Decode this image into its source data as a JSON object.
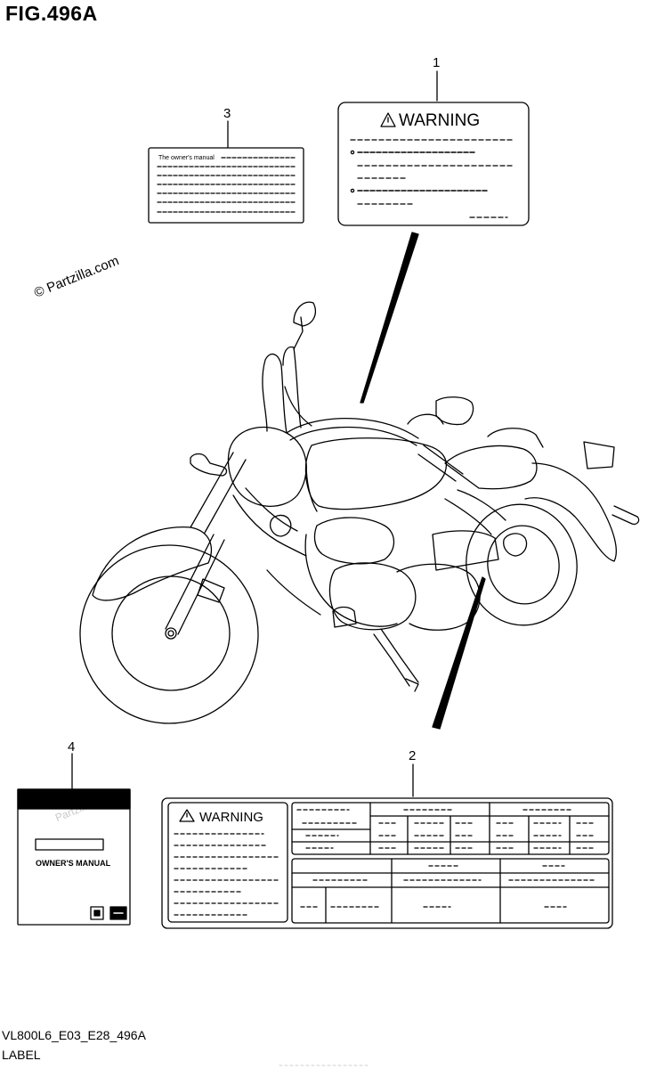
{
  "figure": {
    "title": "FIG.496A",
    "code": "VL800L6_E03_E28_496A",
    "label": "LABEL",
    "watermark": "© Partzilla.com",
    "watermark_faint": "Partzilla.com"
  },
  "callouts": [
    "1",
    "2",
    "3",
    "4"
  ],
  "labels": {
    "warning_label_1": {
      "heading": "WARNING"
    },
    "warning_label_2": {
      "heading": "WARNING"
    },
    "manual_label_3": {
      "first_line": "The owner's manual"
    },
    "manual_4": {
      "title": "OWNER'S MANUAL"
    }
  }
}
